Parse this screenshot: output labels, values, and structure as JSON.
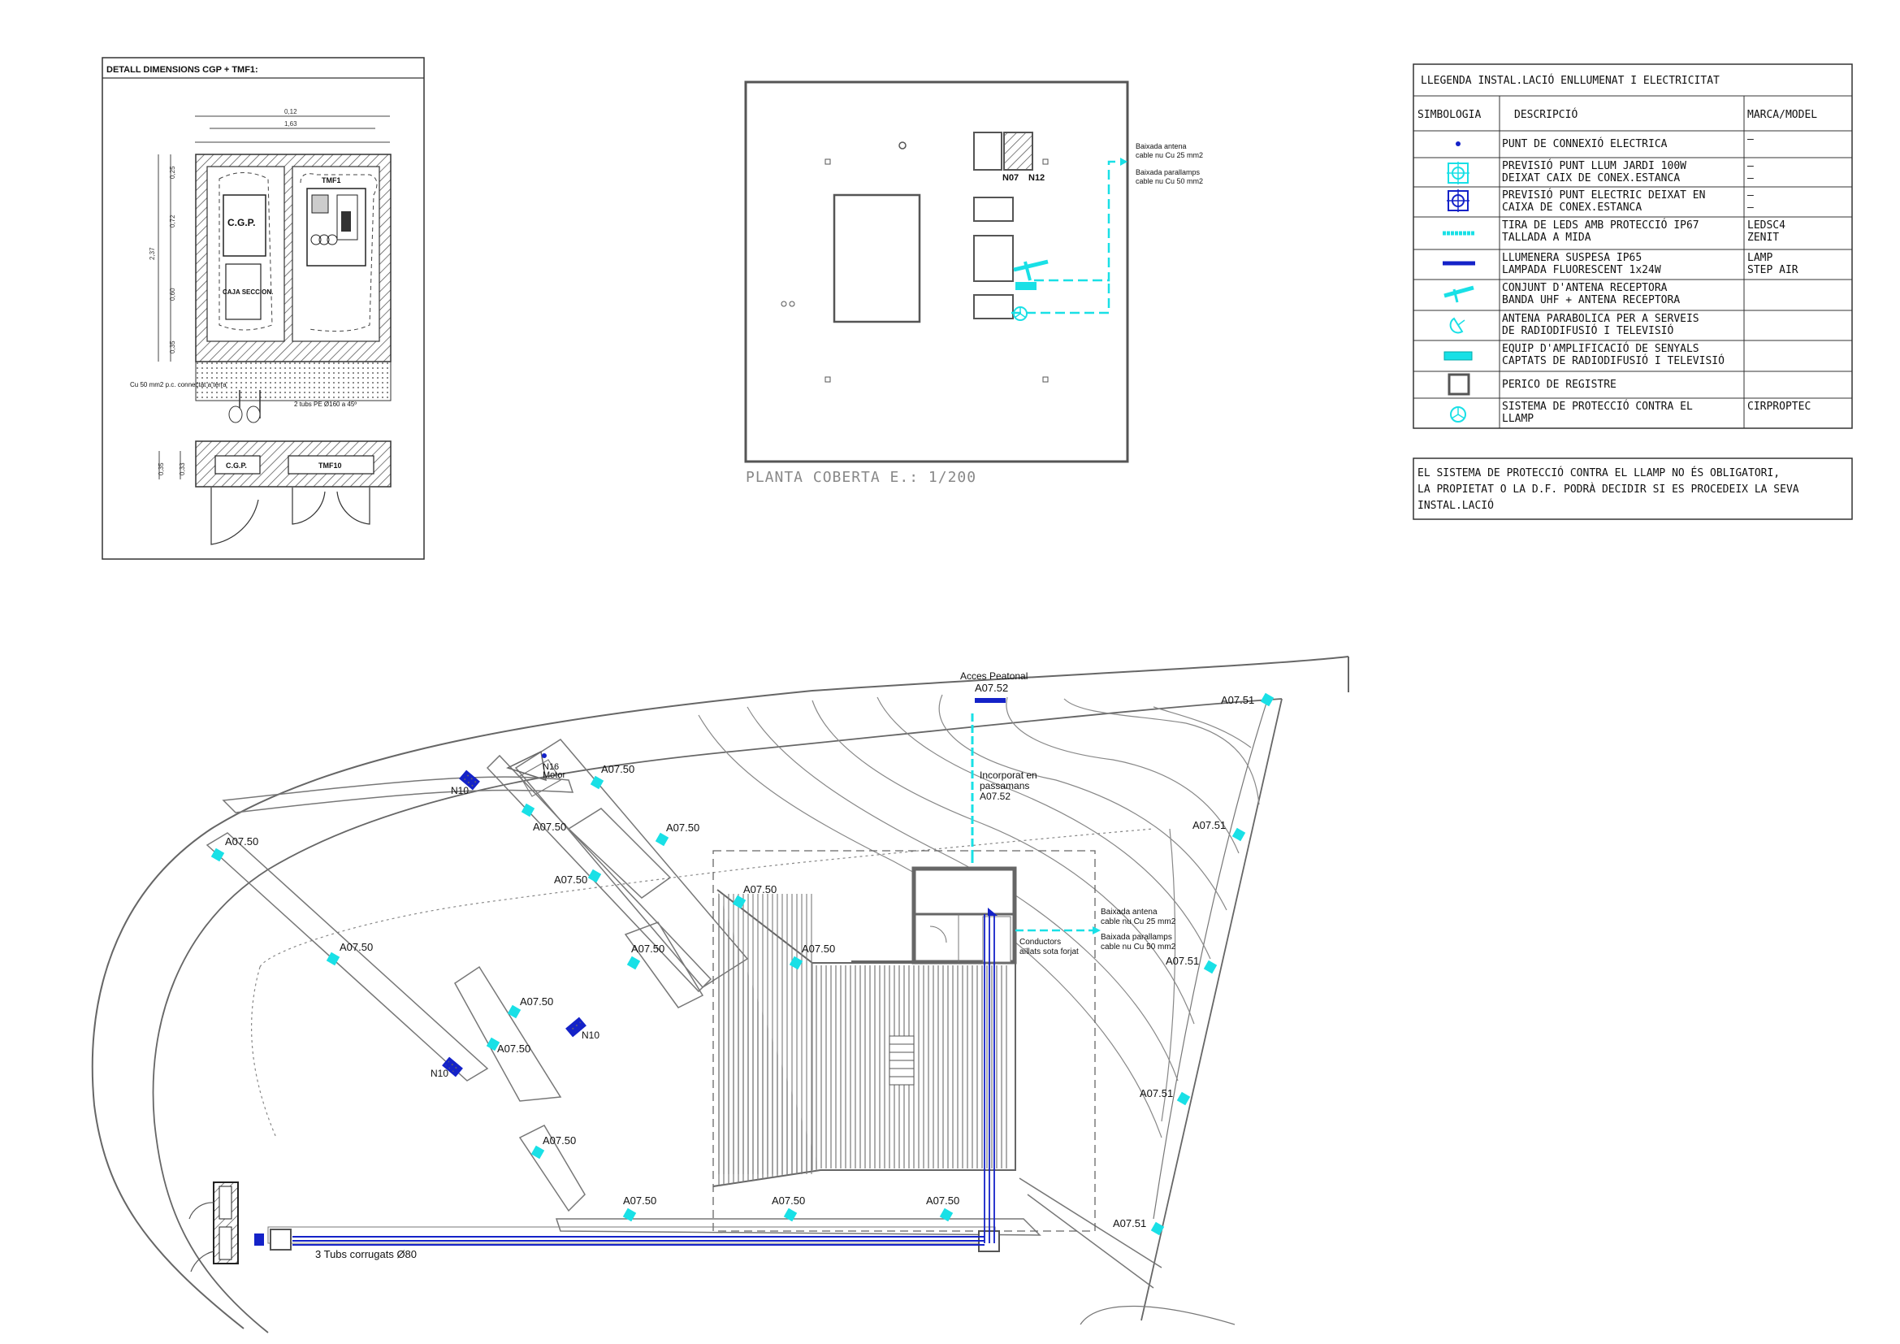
{
  "detail": {
    "title": "DETALL DIMENSIONS CGP + TMF1:",
    "top_dims": [
      "0,12",
      "1,63"
    ],
    "cgp_label": "C.G.P.",
    "tmf1_label": "TMF1",
    "caja_label": "CAJA SECCION.",
    "side_dims": [
      "0,25",
      "0,72",
      "0,60",
      "0,35",
      "2,37"
    ],
    "earth_note": "Cu 50 mm2 p.c. connectat a terra",
    "tubes_note": "2 tubs PE Ø160 a 45º",
    "plan_cgp": "C.G.P.",
    "plan_tmf10": "TMF10",
    "plan_dims": [
      "0,35",
      "0,33"
    ]
  },
  "roof": {
    "caption": "PLANTA COBERTA E.: 1/200",
    "n07": "N07",
    "n12": "N12",
    "note_antenna": "Baixada antena cable nu Cu 25 mm2",
    "note_lightning": "Baixada parallamps cable nu Cu 50 mm2"
  },
  "legend": {
    "title": "LLEGENDA INSTAL.LACIÓ ENLLUMENAT I ELECTRICITAT",
    "headers": [
      "SIMBOLOGIA",
      "DESCRIPCIÓ",
      "MARCA/MODEL"
    ],
    "rows": [
      {
        "symbol": "dot-icon",
        "desc1": "PUNT DE CONNEXIÓ ELECTRICA",
        "desc2": "",
        "brand1": "—",
        "brand2": ""
      },
      {
        "symbol": "garden-light-icon",
        "desc1": "PREVISIÓ PUNT LLUM JARDI 100W",
        "desc2": "DEIXAT CAIX DE CONEX.ESTANCA",
        "brand1": "—",
        "brand2": "—"
      },
      {
        "symbol": "electric-box-icon",
        "desc1": "PREVISIÓ PUNT ELECTRIC DEIXAT EN",
        "desc2": "CAIXA DE CONEX.ESTANCA",
        "brand1": "—",
        "brand2": "—"
      },
      {
        "symbol": "led-strip-icon",
        "desc1": "TIRA DE LEDS AMB PROTECCIÓ IP67",
        "desc2": "TALLADA A MIDA",
        "brand1": "LEDSC4",
        "brand2": "ZENIT"
      },
      {
        "symbol": "suspended-lamp-icon",
        "desc1": "LLUMENERA SUSPESA IP65",
        "desc2": "LAMPADA FLUORESCENT 1x24W",
        "brand1": "LAMP",
        "brand2": "STEP AIR"
      },
      {
        "symbol": "antenna-icon",
        "desc1": "CONJUNT D'ANTENA RECEPTORA",
        "desc2": "BANDA UHF + ANTENA RECEPTORA",
        "brand1": "",
        "brand2": ""
      },
      {
        "symbol": "dish-icon",
        "desc1": "ANTENA PARABOLICA PER A SERVEIS",
        "desc2": "DE RADIODIFUSIÓ I TELEVISIÓ",
        "brand1": "",
        "brand2": ""
      },
      {
        "symbol": "amplifier-icon",
        "desc1": "EQUIP D'AMPLIFICACIÓ DE SENYALS",
        "desc2": "CAPTATS DE RADIODIFUSIÓ I TELEVISIÓ",
        "brand1": "",
        "brand2": ""
      },
      {
        "symbol": "manhole-icon",
        "desc1": "PERICO DE REGISTRE",
        "desc2": "",
        "brand1": "",
        "brand2": ""
      },
      {
        "symbol": "lightning-rod-icon",
        "desc1": "SISTEMA DE PROTECCIÓ CONTRA EL",
        "desc2": "LLAMP",
        "brand1": "CIRPROPTEC",
        "brand2": ""
      }
    ],
    "note_lines": [
      "EL SISTEMA DE PROTECCIÓ CONTRA EL LLAMP NO ÉS OBLIGATORI,",
      "LA PROPIETAT O LA D.F. PODRÀ DECIDIR SI ES PROCEDEIX LA SEVA",
      "INSTAL.LACIÓ"
    ]
  },
  "site": {
    "access_label": "Acces Peatonal",
    "a0752": "A07.52",
    "incorporat": "Incorporat en",
    "passamans": "passamans",
    "a0750": "A07.50",
    "a0751": "A07.51",
    "n10": "N10",
    "n16": "N16",
    "motor": "Motor",
    "tubes": "3 Tubs corrugats Ø80",
    "note_antenna_1": "Baixada antena",
    "note_antenna_2": "cable nu Cu 25 mm2",
    "note_lightning_1": "Baixada parallamps",
    "note_lightning_2": "cable nu Cu 50 mm2",
    "conductors_1": "Conductors",
    "conductors_2": "aïllats sota forjat"
  },
  "colors": {
    "line": "#6e6e6e",
    "cyan": "#19e0e6",
    "blue": "#1422c8",
    "dark": "#222222"
  }
}
